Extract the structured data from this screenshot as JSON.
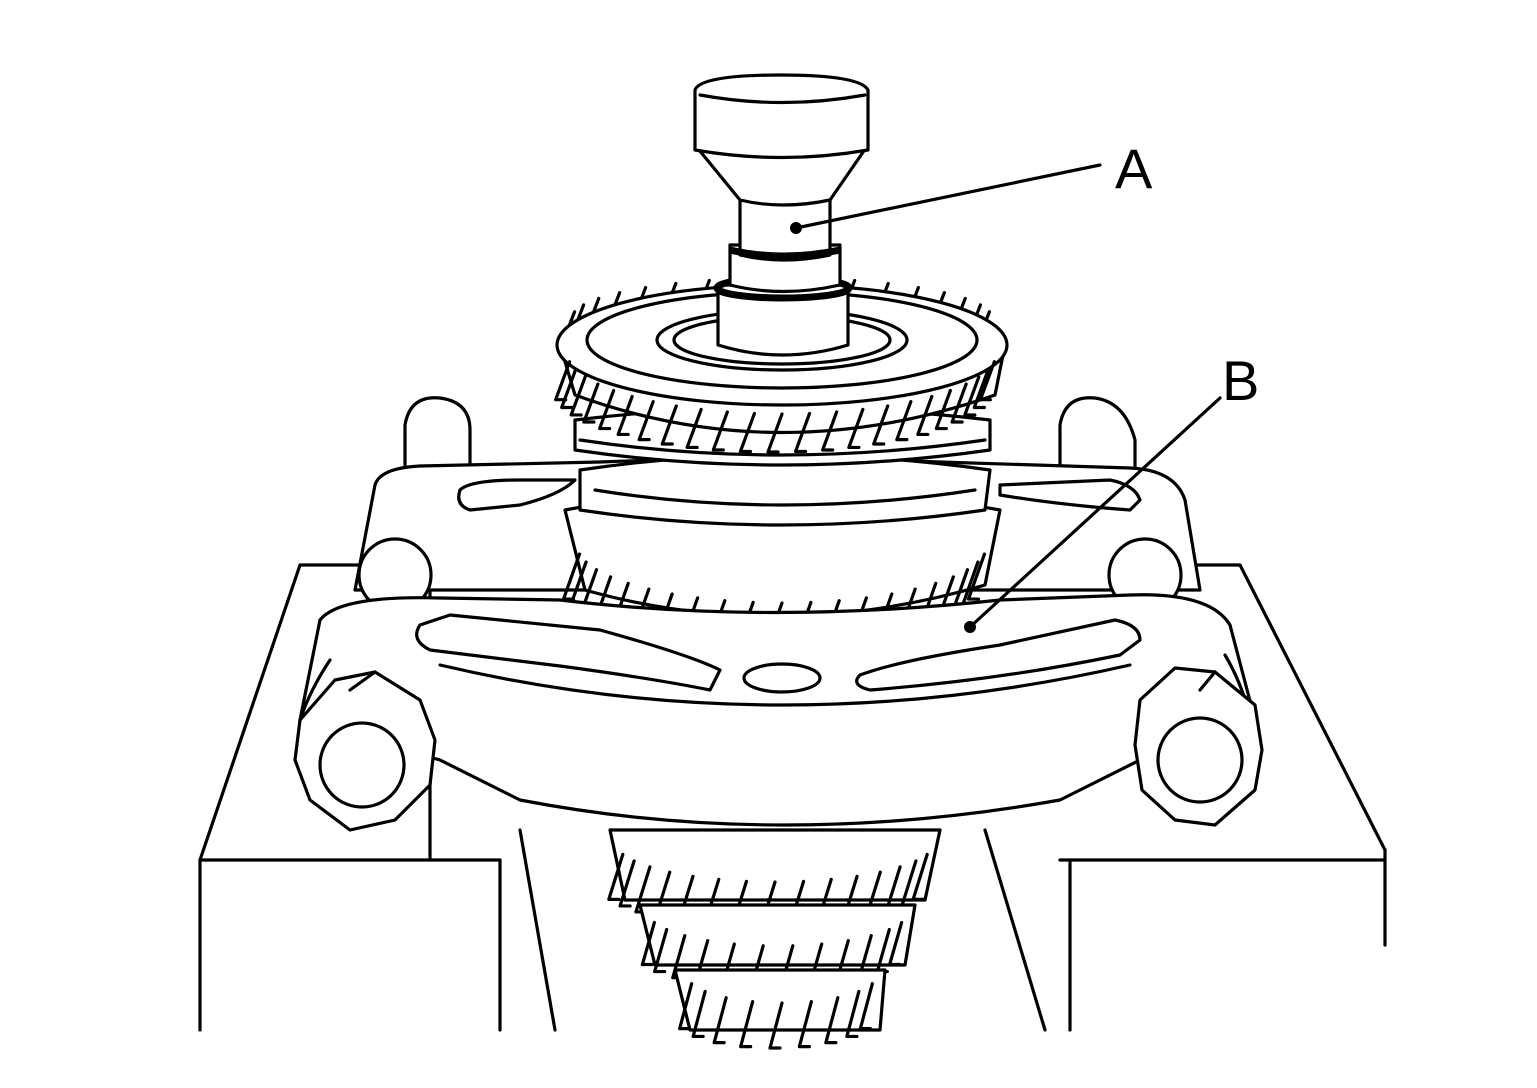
{
  "callouts": [
    {
      "id": "A",
      "label": "A"
    },
    {
      "id": "B",
      "label": "B"
    }
  ],
  "colors": {
    "line": "#000000",
    "background": "#ffffff"
  },
  "tooth_counts": {
    "upper_gear_front": 22,
    "upper_gear_rear": 16,
    "middle_gear": 20,
    "lower_gear_1": 14,
    "lower_gear_2": 11,
    "lower_gear_3": 8
  }
}
